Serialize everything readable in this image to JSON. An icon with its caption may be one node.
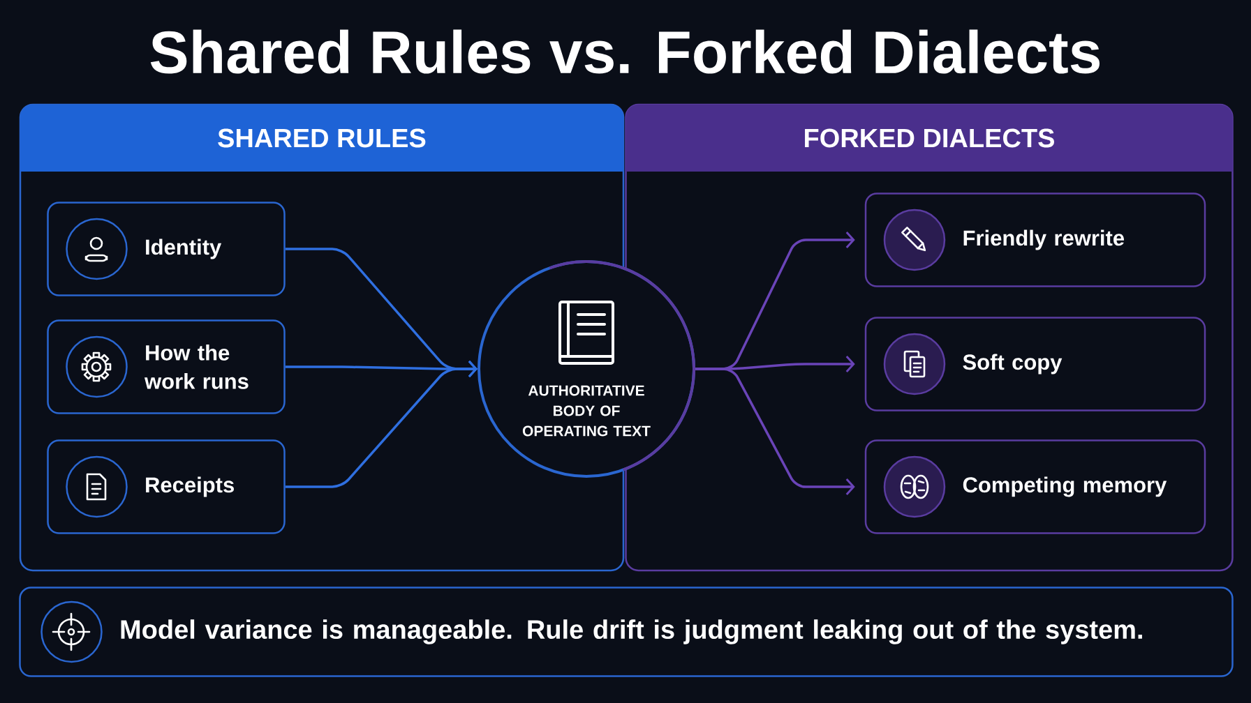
{
  "diagram": {
    "title": "Shared Rules vs. Forked Dialects",
    "nodes": [
      {
        "text": [
          "SHARED RULES"
        ]
      },
      {
        "text": [
          "Identity"
        ],
        "in": 0
      },
      {
        "text": [
          "How the work runs"
        ],
        "in": 0
      },
      {
        "text": [
          "Receipts"
        ],
        "in": 0
      },
      {
        "text": [
          "AUTHORITATIVE BODY OF OPERATING TEXT"
        ]
      },
      {
        "text": [
          "FORKED DIALECTS"
        ]
      },
      {
        "text": [
          "Friendly rewrite"
        ],
        "in": 5
      },
      {
        "text": [
          "Soft copy"
        ],
        "in": 5
      },
      {
        "text": [
          "Competing memory"
        ],
        "in": 5
      },
      {
        "text": [
          "Model variance is manageable. Rule drift is judgment leaking out of the system."
        ]
      }
    ],
    "edges": [
      {
        "from": 1,
        "to": 4,
        "arrow": "to",
        "color": "#2f6fe0"
      },
      {
        "from": 2,
        "to": 4,
        "arrow": "to",
        "color": "#2f6fe0"
      },
      {
        "from": 3,
        "to": 4,
        "arrow": "to",
        "color": "#2f6fe0"
      },
      {
        "from": 4,
        "to": 6,
        "arrow": "to",
        "color": "#6a44b8"
      },
      {
        "from": 4,
        "to": 7,
        "arrow": "to",
        "color": "#6a44b8"
      },
      {
        "from": 4,
        "to": 8,
        "arrow": "to",
        "color": "#6a44b8"
      }
    ]
  }
}
